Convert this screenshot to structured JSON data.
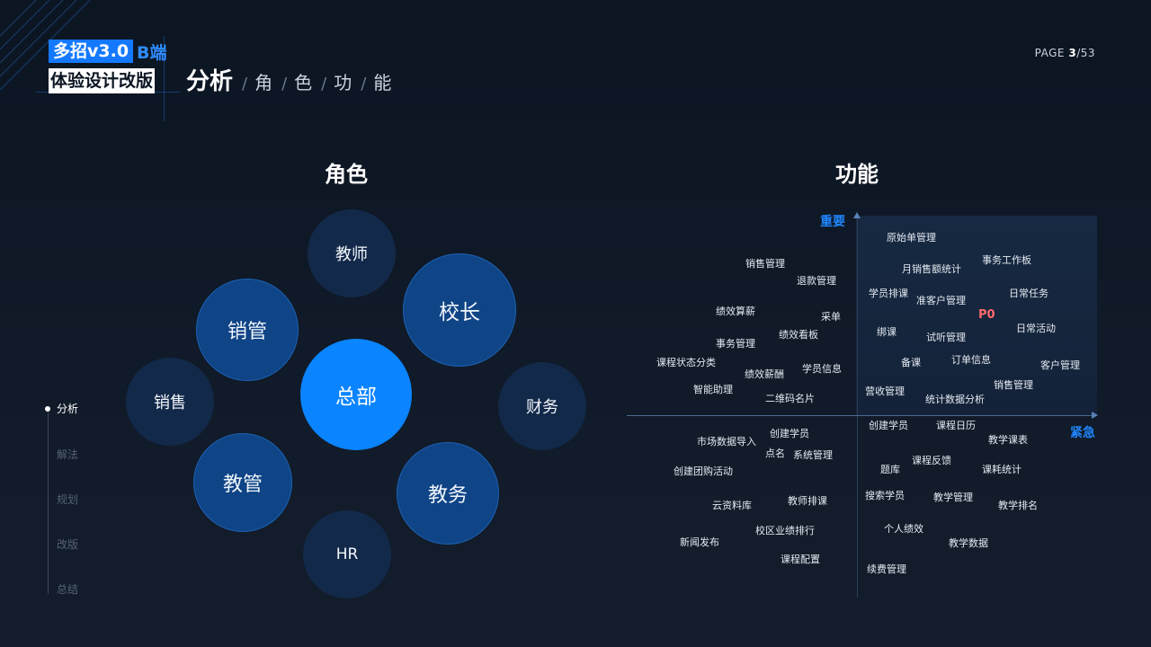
{
  "header": {
    "brand_line1_main": "多招v3.0",
    "brand_line1_tag": "B端",
    "brand_line2": "体验设计改版",
    "title_main": "分析",
    "crumbs": [
      "角",
      "色",
      "功",
      "能"
    ],
    "page_label": "PAGE",
    "page_current": "3",
    "page_total": "/53"
  },
  "roles": {
    "title": "角色",
    "bubbles": [
      {
        "label": "教师",
        "style": "dark"
      },
      {
        "label": "校长",
        "style": "mid"
      },
      {
        "label": "销管",
        "style": "mid"
      },
      {
        "label": "销售",
        "style": "dark"
      },
      {
        "label": "总部",
        "style": "bright"
      },
      {
        "label": "财务",
        "style": "dark"
      },
      {
        "label": "教管",
        "style": "mid"
      },
      {
        "label": "教务",
        "style": "mid"
      },
      {
        "label": "HR",
        "style": "dark"
      }
    ]
  },
  "features": {
    "title": "功能",
    "axis_y_label": "重要",
    "axis_x_label": "紧急",
    "priority_label": "P0",
    "items": [
      "原始单管理",
      "事务工作板",
      "月销售额统计",
      "学员排课",
      "准客户管理",
      "日常任务",
      "绑课",
      "试听管理",
      "日常活动",
      "备课",
      "订单信息",
      "客户管理",
      "营收管理",
      "统计数据分析",
      "销售管理",
      "销售管理",
      "退款管理",
      "绩效算薪",
      "采单",
      "事务管理",
      "绩效看板",
      "课程状态分类",
      "绩效薪酬",
      "学员信息",
      "智能助理",
      "二维码名片",
      "创建学员",
      "课程日历",
      "教学课表",
      "课程反馈",
      "题库",
      "课耗统计",
      "搜索学员",
      "教学管理",
      "教学排名",
      "个人绩效",
      "教学数据",
      "续费管理",
      "市场数据导入",
      "创建学员",
      "点名",
      "系统管理",
      "创建团购活动",
      "云资料库",
      "教师排课",
      "校区业绩排行",
      "新闻发布",
      "课程配置"
    ]
  },
  "sidenav": {
    "items": [
      "分析",
      "解法",
      "规划",
      "改版",
      "总结"
    ],
    "active_index": 0
  },
  "colors": {
    "accent": "#1479ff",
    "bright_bubble": "#0a84ff",
    "mid_bubble": "#0f4486",
    "dark_bubble": "#13294a",
    "priority": "#ff6b6b"
  }
}
